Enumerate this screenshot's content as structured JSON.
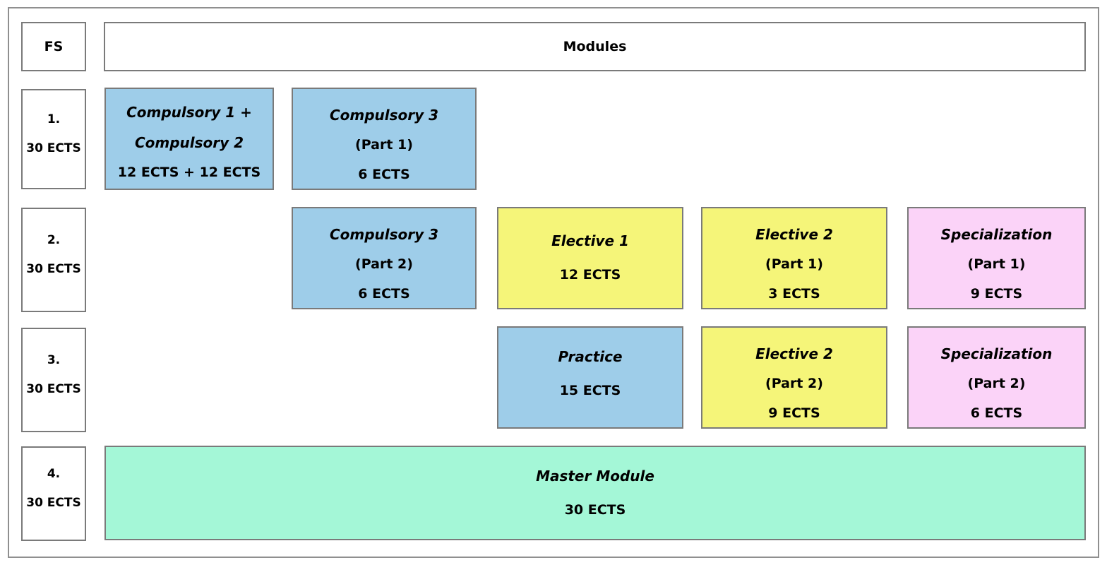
{
  "diagram": {
    "title": "Modules",
    "header": {
      "semester_column_label": "FS",
      "modules_label": "Modules"
    },
    "colors": {
      "compulsory_blue": "#9ECDE9",
      "elective_yellow": "#F5F579",
      "specialization_pink": "#FBD3F8",
      "master_green": "#A4F7D7",
      "box_border": "#7a7a7a",
      "frame_border": "#8f8f8f",
      "background": "#ffffff",
      "text": "#000000"
    },
    "semesters": [
      {
        "number": "1.",
        "ects": "30 ECTS"
      },
      {
        "number": "2.",
        "ects": "30 ECTS"
      },
      {
        "number": "3.",
        "ects": "30 ECTS"
      },
      {
        "number": "4.",
        "ects": "30 ECTS"
      }
    ],
    "modules": [
      {
        "id": "compulsory-1-2",
        "semester": "1.",
        "name_line1": "Compulsory 1 +",
        "name_line2": "Compulsory 2",
        "ects": "12 ECTS + 12 ECTS",
        "color": "compulsory_blue"
      },
      {
        "id": "compulsory-3-part-1",
        "semester": "1.",
        "name": "Compulsory 3",
        "part": "(Part 1)",
        "ects": "6 ECTS",
        "color": "compulsory_blue"
      },
      {
        "id": "compulsory-3-part-2",
        "semester": "2.",
        "name": "Compulsory 3",
        "part": "(Part 2)",
        "ects": "6 ECTS",
        "color": "compulsory_blue"
      },
      {
        "id": "elective-1",
        "semester": "2.",
        "name": "Elective 1",
        "ects": "12 ECTS",
        "color": "elective_yellow"
      },
      {
        "id": "elective-2-part-1",
        "semester": "2.",
        "name": "Elective 2",
        "part": "(Part 1)",
        "ects": "3 ECTS",
        "color": "elective_yellow"
      },
      {
        "id": "specialization-part-1",
        "semester": "2.",
        "name": "Specialization",
        "part": "(Part 1)",
        "ects": "9 ECTS",
        "color": "specialization_pink"
      },
      {
        "id": "practice",
        "semester": "3.",
        "name": "Practice",
        "ects": "15 ECTS",
        "color": "compulsory_blue"
      },
      {
        "id": "elective-2-part-2",
        "semester": "3.",
        "name": "Elective 2",
        "part": "(Part 2)",
        "ects": "9 ECTS",
        "color": "elective_yellow"
      },
      {
        "id": "specialization-part-2",
        "semester": "3.",
        "name": "Specialization",
        "part": "(Part 2)",
        "ects": "6 ECTS",
        "color": "specialization_pink"
      },
      {
        "id": "master-module",
        "semester": "4.",
        "name": "Master Module",
        "ects": "30 ECTS",
        "color": "master_green"
      }
    ]
  }
}
